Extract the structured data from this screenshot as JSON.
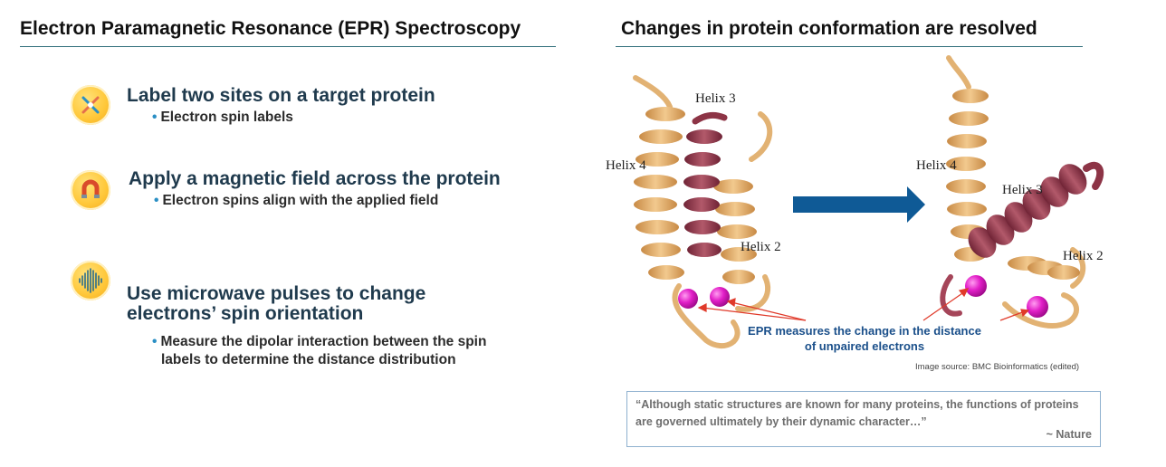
{
  "left": {
    "title": "Electron Paramagnetic Resonance (EPR) Spectroscopy",
    "steps": [
      {
        "icon": "crossed-tools-icon",
        "title": "Label two sites on a target protein",
        "bullets": [
          "Electron spin labels"
        ]
      },
      {
        "icon": "magnet-icon",
        "title": "Apply a magnetic field across the protein",
        "bullets": [
          "Electron spins align with the applied field"
        ]
      },
      {
        "icon": "waveform-icon",
        "title_line1": "Use microwave pulses to change",
        "title_line2": "electrons’ spin orientation",
        "bullet_line1": "Measure the dipolar interaction between the spin",
        "bullet_line2": "labels to determine the distance distribution"
      }
    ]
  },
  "right": {
    "title": "Changes in protein conformation are resolved",
    "before_labels": {
      "helix3": "Helix 3",
      "helix4": "Helix 4",
      "helix2": "Helix 2"
    },
    "after_labels": {
      "helix4": "Helix 4",
      "helix3": "Helix 3",
      "helix2": "Helix 2"
    },
    "caption_line1": "EPR measures the change in the distance",
    "caption_line2": "of unpaired electrons",
    "source": "Image source: BMC Bioinformatics (edited)",
    "quote_line1": "“Although static structures are known for many proteins, the functions of proteins",
    "quote_line2": "are governed ultimately by their dynamic character…”",
    "quote_attribution": "~ Nature"
  },
  "colors": {
    "helix_tan": "#e7b77a",
    "helix_maroon": "#9a3d4e",
    "spin_label": "#e21fc8",
    "arrow_blue": "#0f5a96",
    "annotation_red": "#e03a2a"
  }
}
